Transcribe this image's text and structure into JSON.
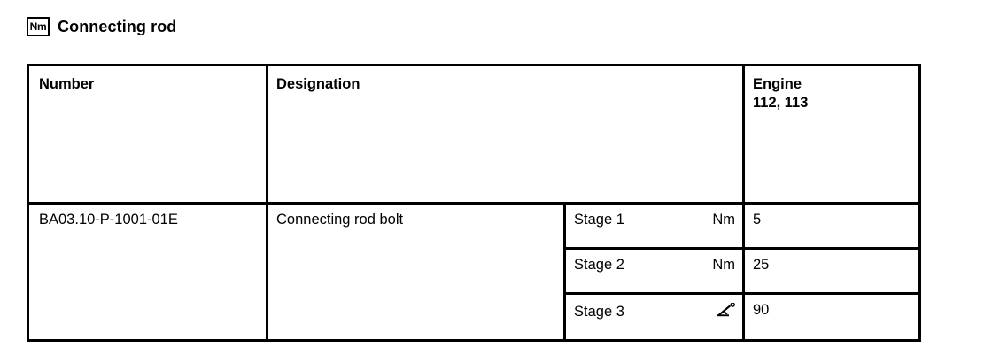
{
  "title": {
    "icon_label": "Nm",
    "icon_name": "nm-unit-icon",
    "text": "Connecting rod"
  },
  "table": {
    "headers": {
      "number": "Number",
      "designation": "Designation",
      "engine_line1": "Engine",
      "engine_line2": "112, 113"
    },
    "rows": [
      {
        "number": "BA03.10-P-1001-01E",
        "designation": "Connecting rod bolt",
        "stage": "Stage 1",
        "unit": "Nm",
        "unit_kind": "text",
        "value": "5"
      },
      {
        "number": "",
        "designation": "",
        "stage": "Stage 2",
        "unit": "Nm",
        "unit_kind": "text",
        "value": "25"
      },
      {
        "number": "",
        "designation": "",
        "stage": "Stage 3",
        "unit": "angle-degree-symbol",
        "unit_kind": "icon",
        "value": "90"
      }
    ]
  },
  "colors": {
    "ink": "#000000",
    "paper": "#ffffff"
  }
}
